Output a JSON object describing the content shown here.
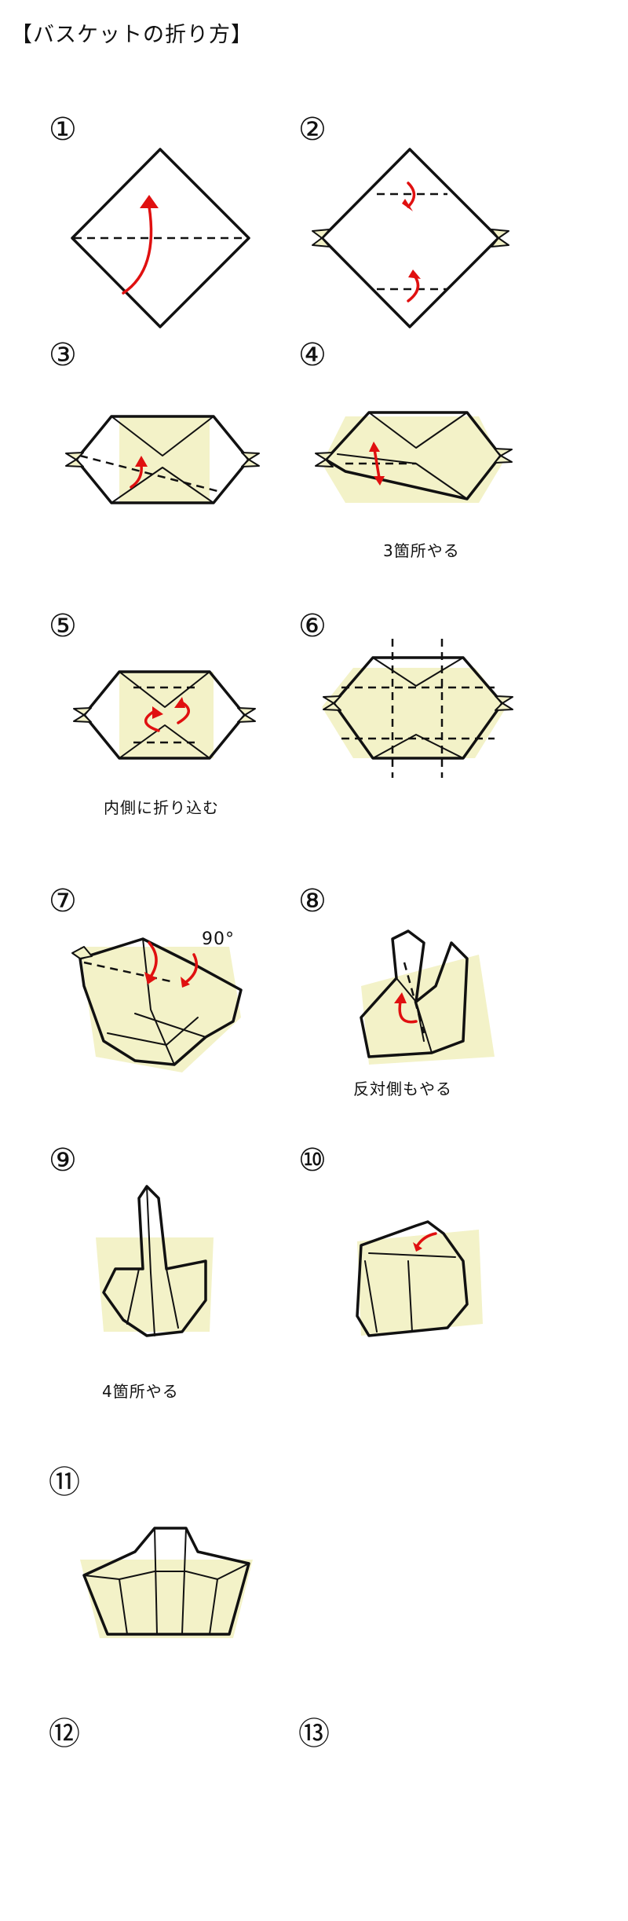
{
  "title": "【バスケットの折り方】",
  "steps": [
    {
      "num": "①",
      "caption": ""
    },
    {
      "num": "②",
      "caption": ""
    },
    {
      "num": "③",
      "caption": ""
    },
    {
      "num": "④",
      "caption": "3箇所やる"
    },
    {
      "num": "⑤",
      "caption": "内側に折り込む"
    },
    {
      "num": "⑥",
      "caption": ""
    },
    {
      "num": "⑦",
      "caption": "",
      "angle_label": "90°"
    },
    {
      "num": "⑧",
      "caption": "反対側もやる"
    },
    {
      "num": "⑨",
      "caption": "4箇所やる"
    },
    {
      "num": "⑩",
      "caption": ""
    },
    {
      "num": "⑪",
      "caption": ""
    },
    {
      "num": "⑫",
      "caption": ""
    },
    {
      "num": "⑬",
      "caption": ""
    }
  ],
  "colors": {
    "arrow": "#e01010",
    "paper_fill": "#f3f2c8",
    "line": "#111111"
  }
}
